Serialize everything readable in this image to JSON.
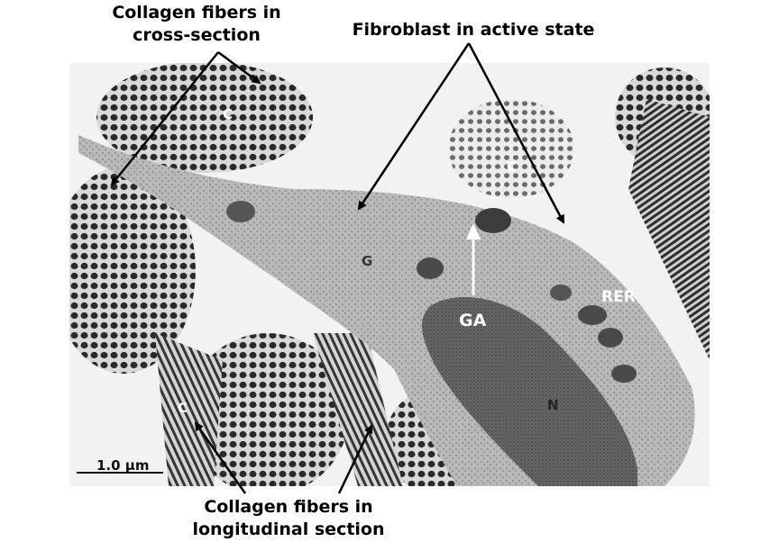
{
  "labels": {
    "collagen_cross_line1": "Collagen fibers in",
    "collagen_cross_line2": "cross-section",
    "fibroblast": "Fibroblast in active state",
    "collagen_long_line1": "Collagen fibers in",
    "collagen_long_line2": "longitudinal section"
  },
  "image_labels": {
    "ga": "GA",
    "rer": "RER",
    "nucleus": "N",
    "golgi": "G",
    "c1": "C",
    "c2": "C",
    "c3": "C",
    "scale_bar": "1.0 μm"
  },
  "colors": {
    "arrow": "#000000",
    "ga_arrow": "#ffffff",
    "background": "#ffffff"
  }
}
